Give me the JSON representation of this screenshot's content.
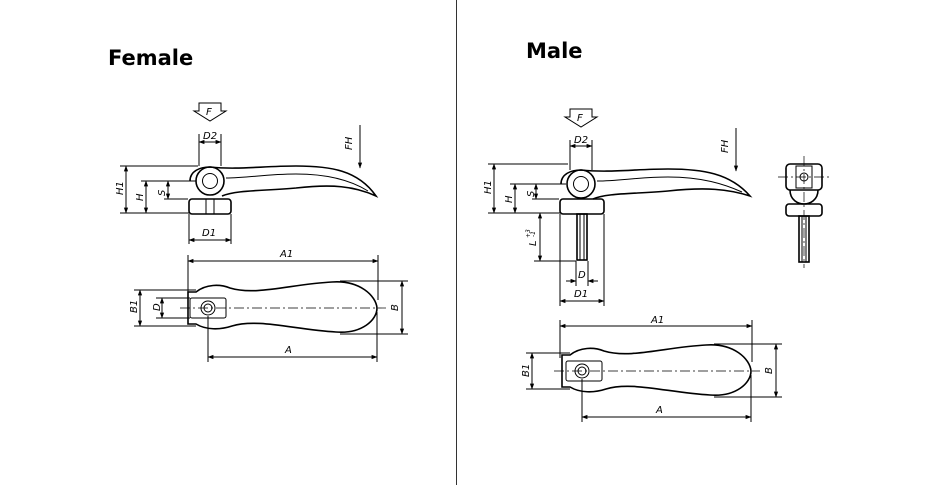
{
  "titles": {
    "female": "Female",
    "male": "Male"
  },
  "labels": {
    "force": "F",
    "force_hand": "FH",
    "d2": "D2",
    "d1": "D1",
    "d": "D",
    "h1": "H1",
    "h": "H",
    "s": "S",
    "l": "L",
    "l_tol": "+3",
    "l_tol_minus": "-1",
    "a1": "A1",
    "a": "A",
    "b": "B",
    "b1": "B1"
  }
}
